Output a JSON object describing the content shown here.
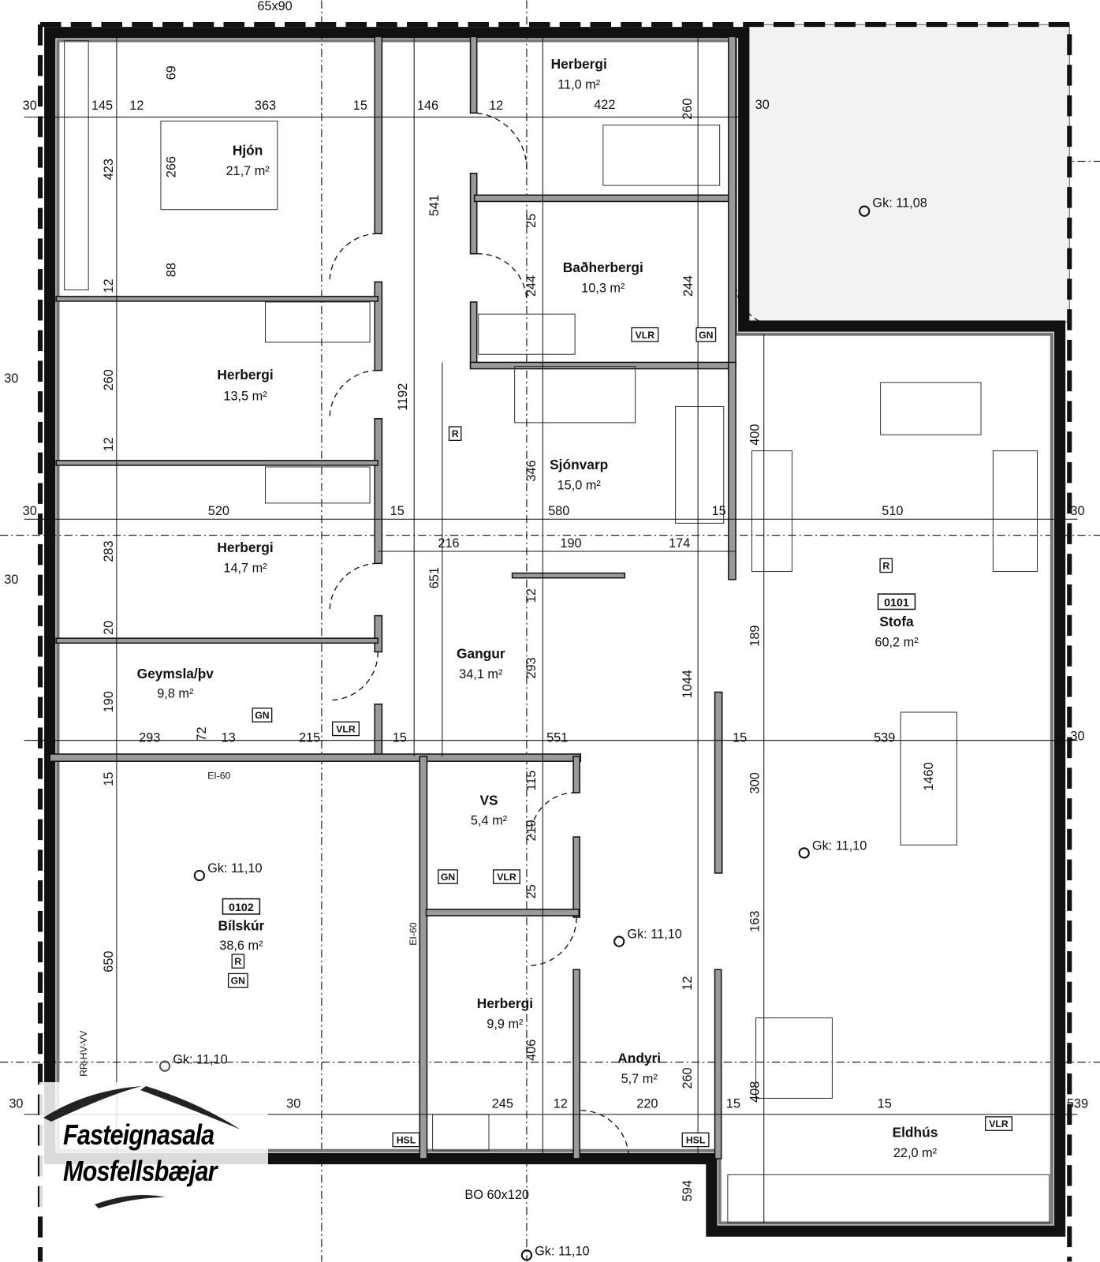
{
  "rooms": {
    "hjon": {
      "name": "Hjón",
      "area": "21,7 m²"
    },
    "herbergi_ne": {
      "name": "Herbergi",
      "area": "11,0 m²"
    },
    "badherbergi": {
      "name": "Baðherbergi",
      "area": "10,3 m²"
    },
    "herbergi_135": {
      "name": "Herbergi",
      "area": "13,5 m²"
    },
    "sjonvarp": {
      "name": "Sjónvarp",
      "area": "15,0 m²"
    },
    "herbergi_147": {
      "name": "Herbergi",
      "area": "14,7 m²"
    },
    "gangur": {
      "name": "Gangur",
      "area": "34,1 m²"
    },
    "geymsla": {
      "name": "Geymsla/þv",
      "area": "9,8 m²"
    },
    "stofa": {
      "number": "0101",
      "name": "Stofa",
      "area": "60,2 m²"
    },
    "bilskur": {
      "number": "0102",
      "name": "Bílskúr",
      "area": "38,6 m²"
    },
    "vs": {
      "name": "VS",
      "area": "5,4 m²"
    },
    "herbergi_99": {
      "name": "Herbergi",
      "area": "9,9 m²"
    },
    "andyri": {
      "name": "Andyri",
      "area": "5,7 m²"
    },
    "eldhus": {
      "name": "Eldhús",
      "area": "22,0 m²"
    }
  },
  "dimensions": [
    "30",
    "145",
    "12",
    "363",
    "15",
    "146",
    "12",
    "422",
    "30",
    "69",
    "266",
    "423",
    "88",
    "260",
    "541",
    "25",
    "244",
    "244",
    "12",
    "12",
    "1192",
    "400",
    "346",
    "260",
    "283",
    "520",
    "15",
    "580",
    "15",
    "510",
    "30",
    "30",
    "216",
    "190",
    "174",
    "651",
    "12",
    "189",
    "293",
    "1044",
    "190",
    "293",
    "72",
    "13",
    "215",
    "15",
    "551",
    "15",
    "539",
    "1460",
    "30",
    "15",
    "115",
    "219",
    "25",
    "300",
    "163",
    "650",
    "406",
    "12",
    "260",
    "408",
    "15",
    "245",
    "12",
    "220",
    "15",
    "539",
    "30",
    "30",
    "594",
    "30",
    "30",
    "20",
    "20",
    "12"
  ],
  "notes": {
    "window_top": "65x90",
    "window_bottom": "BO 60x120",
    "level_terrace": "Gk: 11,08",
    "level_stofa": "Gk: 11,10",
    "level_bilskur": "Gk: 11,10",
    "level_bilskur2": "Gk: 11,10",
    "level_andyri": "Gk: 11,10",
    "level_outside": "Gk: 11,10",
    "fire_rating_h": "EI-60",
    "fire_rating_v": "EI-60",
    "rr_label": "RR-HV-VV"
  },
  "tags": {
    "r": "R",
    "gn": "GN",
    "vlr": "VLR",
    "hsl": "HSL"
  },
  "logo": {
    "line1": "Fasteignasala",
    "line2": "Mosfellsbæjar"
  }
}
